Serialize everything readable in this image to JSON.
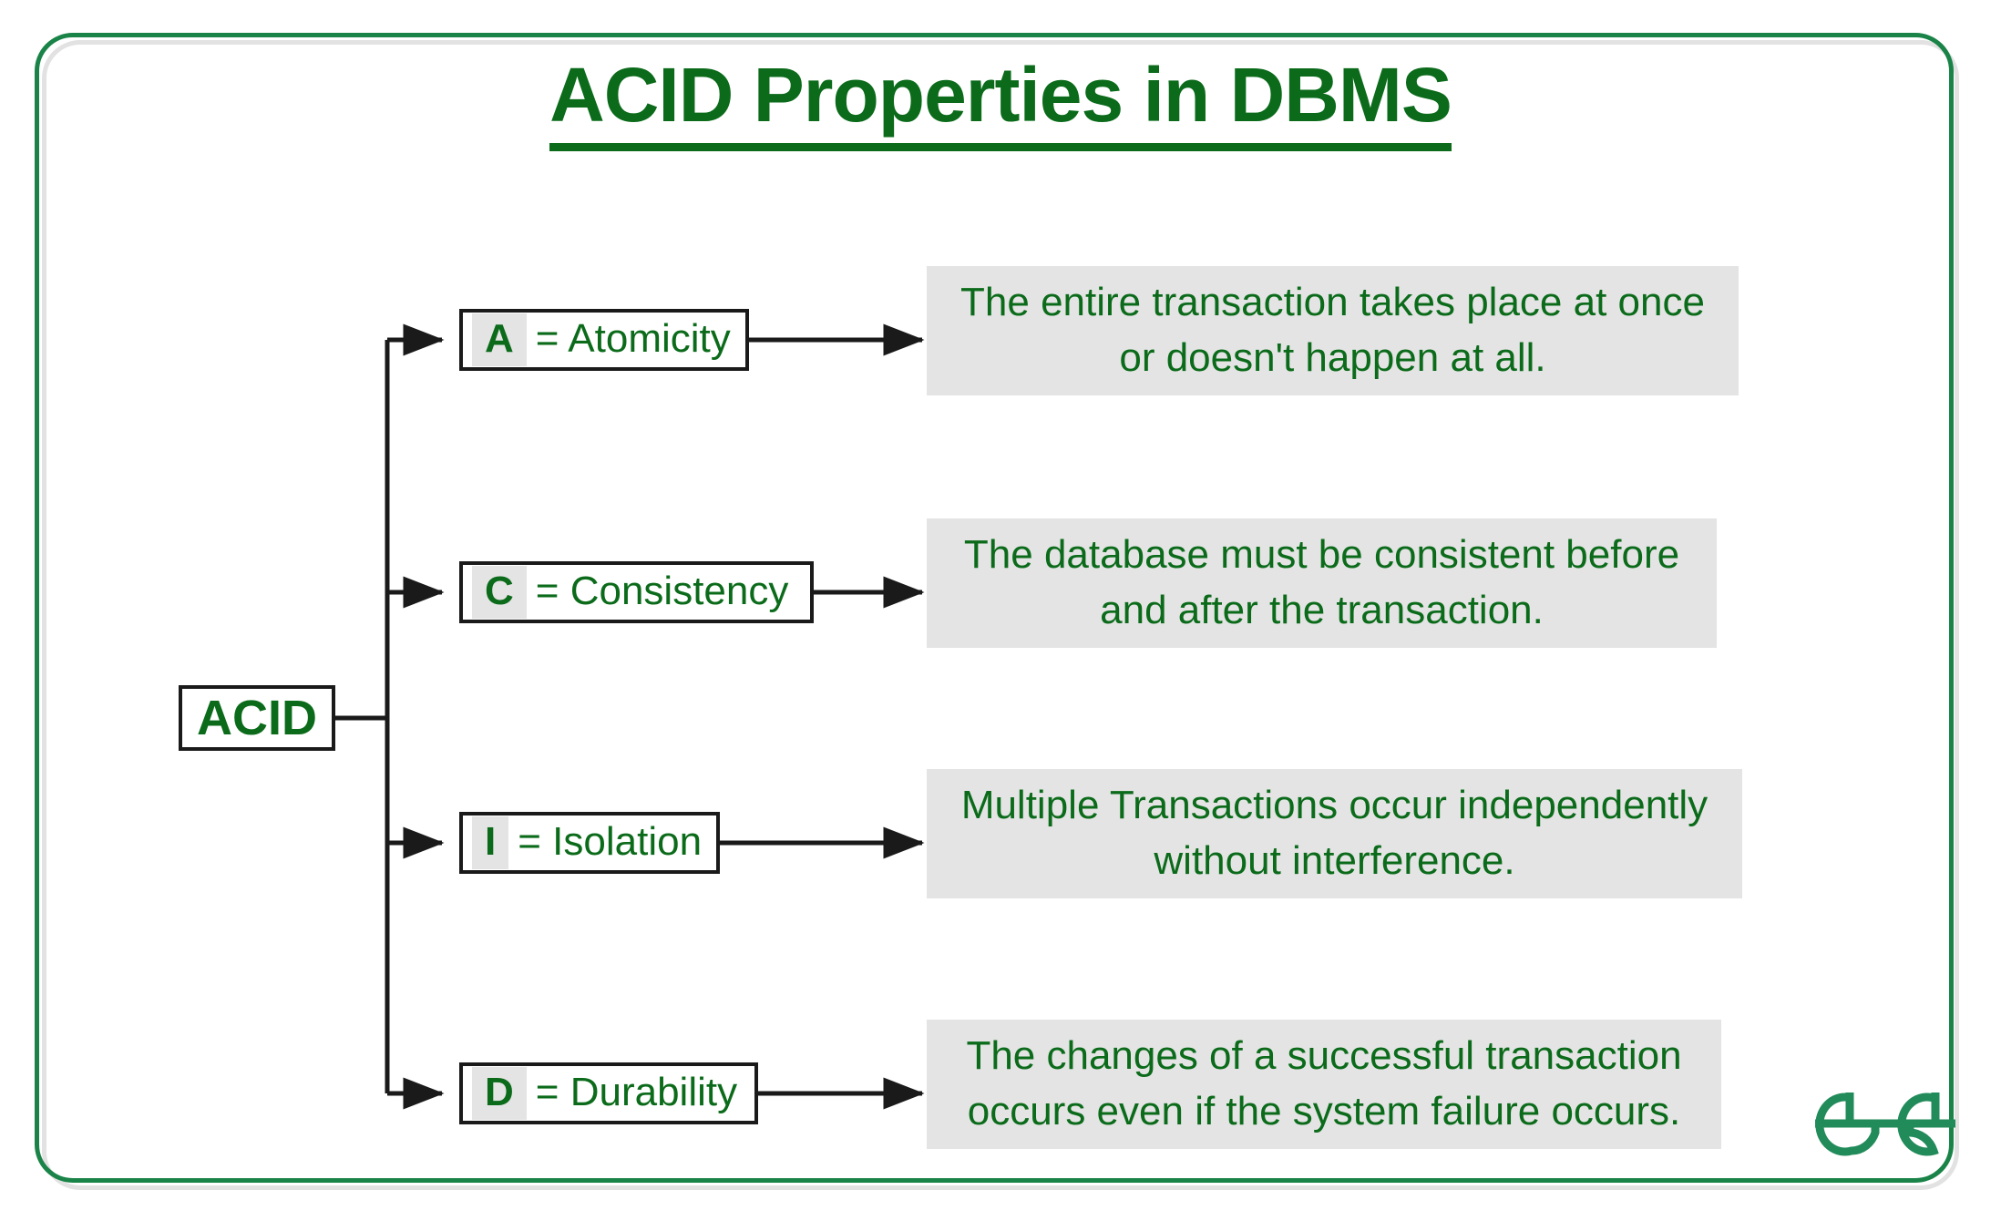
{
  "page": {
    "title": "ACID Properties in DBMS",
    "accent_green": "#0b6b1a",
    "frame_green": "#1a8348",
    "panel_gray": "#e4e4e4",
    "line_black": "#1a1a1a"
  },
  "root": {
    "label": "ACID"
  },
  "properties": [
    {
      "letter": "A",
      "rest": "= Atomicity",
      "description_line1": "The entire transaction takes place at once",
      "description_line2": "or doesn't happen at all."
    },
    {
      "letter": "C",
      "rest": "= Consistency",
      "description_line1": "The database must be consistent before",
      "description_line2": "and after the transaction."
    },
    {
      "letter": "I",
      "rest": "= Isolation",
      "description_line1": "Multiple Transactions occur independently",
      "description_line2": "without interference."
    },
    {
      "letter": "D",
      "rest": "= Durability",
      "description_line1": "The changes of a successful transaction",
      "description_line2": "occurs even if the system failure occurs."
    }
  ],
  "branding": {
    "logo": "geeksforgeeks-logo",
    "logo_color": "#228b5a"
  }
}
